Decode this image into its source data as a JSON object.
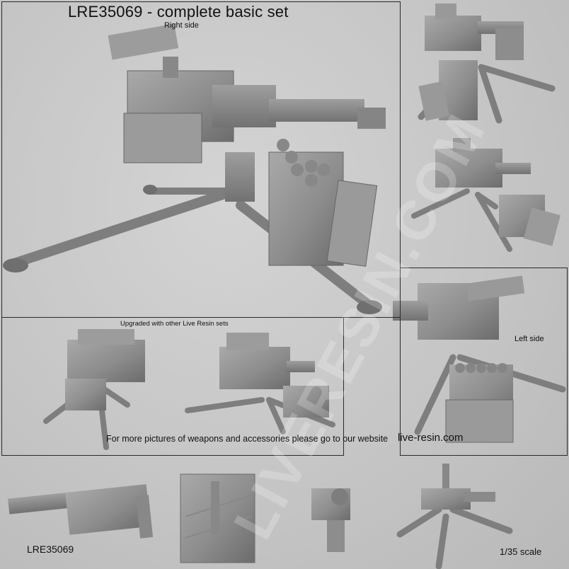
{
  "title": "LRE35069 - complete basic set",
  "labels": {
    "right_side": "Right side",
    "upgraded": "Upgraded with other Live Resin sets",
    "left_side": "Left side",
    "more_pictures": "For more pictures of weapons and accessories please go to our website",
    "website": "live-resin.com",
    "product_code": "LRE35069",
    "scale": "1/35 scale"
  },
  "watermark": "LIVERESIN.COM",
  "colors": {
    "background": "#c9c9c9",
    "model_gray": "#8f8f8f",
    "model_shadow": "#6e6e6e",
    "panel_border": "#2a2a2a",
    "text": "#111111"
  },
  "renders": [
    {
      "name": "main-right-side",
      "subject": "grenade-launcher-on-tripod-with-ammo-box"
    },
    {
      "name": "top-right-view-1",
      "subject": "grenade-launcher-on-tripod-with-ammo-box"
    },
    {
      "name": "top-right-view-2",
      "subject": "grenade-launcher-on-tripod-with-ammo-box"
    },
    {
      "name": "left-side-view",
      "subject": "grenade-launcher-on-tripod-with-ammo-box"
    },
    {
      "name": "upgraded-view-1",
      "subject": "grenade-launcher-on-tripod"
    },
    {
      "name": "upgraded-view-2",
      "subject": "grenade-launcher-on-tripod"
    },
    {
      "name": "part-gun-body",
      "subject": "gun-body"
    },
    {
      "name": "part-ammo-box",
      "subject": "ammo-box"
    },
    {
      "name": "part-sight-mount",
      "subject": "sight-mount"
    },
    {
      "name": "part-tripod",
      "subject": "tripod"
    }
  ]
}
